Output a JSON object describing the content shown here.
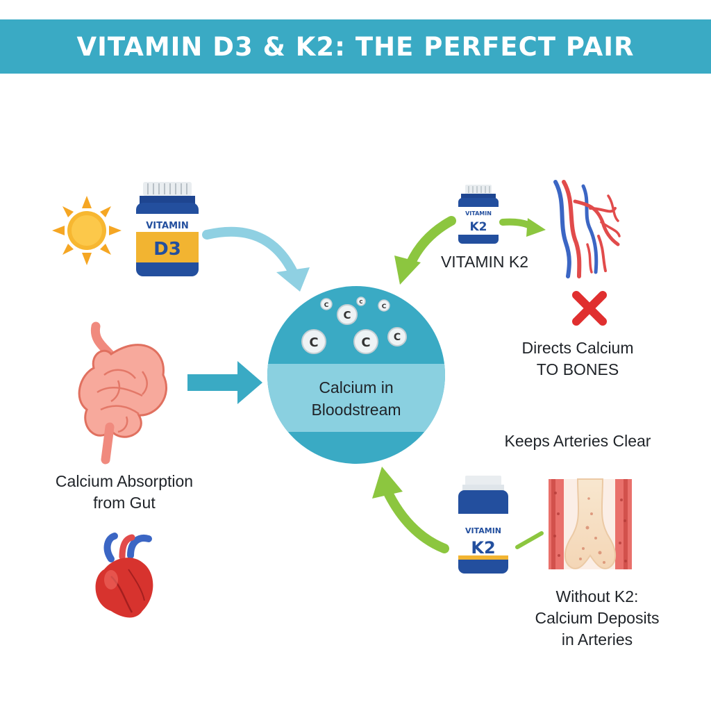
{
  "title": "VITAMIN D3 & K2: THE PERFECT PAIR",
  "d3_bottle": {
    "line1": "VITAMIN",
    "line2": "D3"
  },
  "k2_bottle_small": {
    "line1": "VITAMIN",
    "line2": "K2"
  },
  "k2_bottle_large": {
    "line1": "VITAMIN",
    "line2": "K2"
  },
  "calcium_symbol": "C",
  "center": {
    "line1": "Calcium in",
    "line2": "Bloodstream"
  },
  "labels": {
    "vitamin_k2": "VITAMIN K2",
    "directs_line1": "Directs Calcium",
    "directs_line2": "TO BONES",
    "keeps_arteries": "Keeps Arteries Clear",
    "absorption_line1": "Calcium Absorption",
    "absorption_line2": "from Gut",
    "without_line1": "Without K2:",
    "without_line2": "Calcium Deposits",
    "without_line3": "in Arteries"
  },
  "colors": {
    "banner": "#3aaac4",
    "circle": "#3aaac4",
    "arrow_blue": "#8fd0e2",
    "arrow_green": "#8cc63f",
    "bottle_blue": "#234f9e",
    "d3_label": "#f2b431",
    "cross": "#e02f2f"
  }
}
